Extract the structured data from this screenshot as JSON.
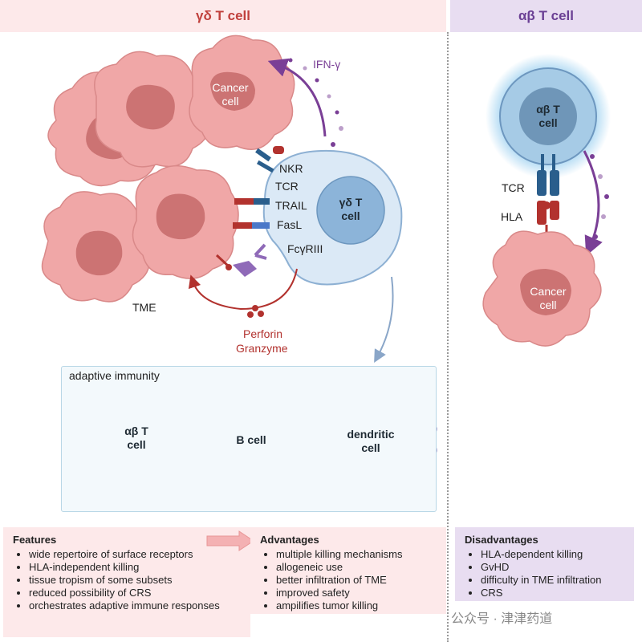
{
  "header": {
    "gd_title": "γδ T cell",
    "ab_title": "αβ T cell"
  },
  "receptors": [
    "NKR",
    "TCR",
    "TRAIL",
    "FasL",
    "FcγRIII"
  ],
  "labels": {
    "ifn": "IFN-γ",
    "tme": "TME",
    "perforin": "Perforin",
    "granzyme": "Granzyme",
    "cancer_line1": "Cancer",
    "cancer_line2": "cell",
    "gd_cell_line1": "γδ T",
    "gd_cell_line2": "cell",
    "ab_cell_line1": "αβ T",
    "ab_cell_line2": "cell",
    "tcr_right": "TCR",
    "hla_right": "HLA",
    "adaptive_title": "adaptive immunity",
    "b_cell": "B cell",
    "dendritic_line1": "dendritic",
    "dendritic_line2": "cell"
  },
  "features": {
    "title": "Features",
    "items": [
      "wide repertoire of surface receptors",
      "HLA-independent killing",
      "tissue tropism of some subsets",
      "reduced possibility of CRS",
      "orchestrates adaptive immune responses"
    ]
  },
  "advantages": {
    "title": "Advantages",
    "items": [
      "multiple killing mechanisms",
      "allogeneic use",
      "better infiltration of TME",
      "improved safety",
      "ampilifies tumor killing"
    ]
  },
  "disadvantages": {
    "title": "Disadvantages",
    "items": [
      "HLA-dependent killing",
      "GvHD",
      "difficulty in TME infiltration",
      "CRS"
    ]
  },
  "watermark": "公众号 · 津津药道",
  "colors": {
    "gd_header_bg": "#fde9ea",
    "gd_header_text": "#c0403c",
    "ab_header_bg": "#e8ddf1",
    "ab_header_text": "#6a3f94",
    "cancer": "#f0a7a7",
    "t_cell": "#a6cbe6",
    "purple_arrow": "#7a3f96",
    "red_arrow": "#b2322e"
  }
}
